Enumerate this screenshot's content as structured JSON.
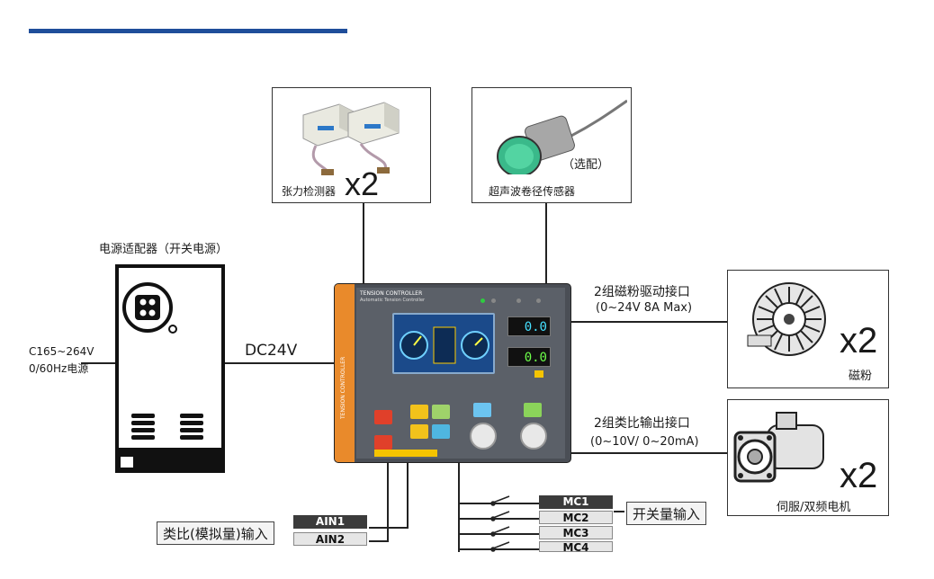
{
  "tension_sensor": {
    "caption": "张力检测器",
    "count": "x2"
  },
  "ultrasonic_sensor": {
    "caption": "超声波卷径传感器",
    "optional": "（选配）"
  },
  "power_adapter": {
    "title": "电源适配器（开关电源）",
    "ac_input_line1": "C165~264V",
    "ac_input_line2": "0/60Hz电源",
    "dc_output": "DC24V"
  },
  "controller": {
    "brand": "TENSION CONTROLLER",
    "subtitle": "Automatic Tension Controller",
    "display_1": "0.0",
    "display_2": "0.0",
    "side_text": "TENSION CONTROLLER"
  },
  "magnetic_powder": {
    "interface_label": "2组磁粉驱动接口",
    "interface_spec": "(0~24V 8A Max)",
    "count": "x2",
    "caption": "磁粉"
  },
  "servo_motor": {
    "interface_label": "2组类比输出接口",
    "interface_spec": "(0~10V/ 0~20mA)",
    "count": "x2",
    "caption": "伺服/双频电机"
  },
  "analog_input": {
    "label": "类比(模拟量)输入",
    "channels": [
      "AIN1",
      "AIN2"
    ]
  },
  "switch_input": {
    "label": "开关量输入",
    "channels": [
      "MC1",
      "MC2",
      "MC3",
      "MC4"
    ]
  },
  "colors": {
    "header_bar": "#1f4e9a",
    "controller_body": "#4a4e55",
    "accent": "#e98a2b",
    "lcd": "#1b4a8a"
  }
}
